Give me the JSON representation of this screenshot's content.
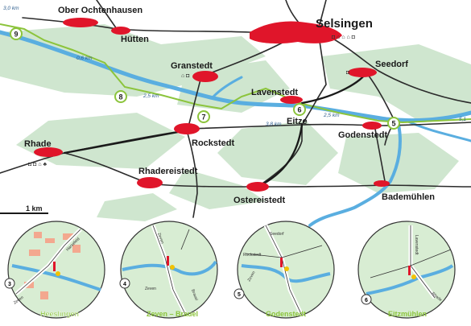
{
  "map": {
    "towns": {
      "ober_ochtenhausen": "Ober Ochtenhausen",
      "selsingen": "Selsingen",
      "hutten": "Hütten",
      "granstedt": "Granstedt",
      "seedorf": "Seedorf",
      "lavenstedt": "Lavenstedt",
      "eitze": "Eitze",
      "godenstedt": "Godenstedt",
      "rhade": "Rhade",
      "rockstedt": "Rockstedt",
      "rhadereistedt": "Rhadereistedt",
      "ostereistedt": "Ostereistedt",
      "bademuhlen": "Bademühlen"
    },
    "distances": {
      "d1": "3,0 km",
      "d2": "0,6 km",
      "d3": "2,5 km",
      "d4": "3,8 km",
      "d5": "2,5 km",
      "d6": "5,1"
    },
    "stations": [
      "9",
      "8",
      "7",
      "6",
      "5"
    ],
    "scale_label": "1 km",
    "colors": {
      "river": "#5aaee0",
      "town": "#e0152a",
      "woodland": "#cfe6cf",
      "route_green": "#8cc43c",
      "road": "#2b2b2b"
    }
  },
  "insets": [
    {
      "number": "3",
      "caption": "Heeslingen",
      "labels": [
        "Zeven",
        "Harsefeld"
      ]
    },
    {
      "number": "4",
      "caption": "Zeven – Brauel",
      "labels": [
        "Zeven",
        "Brauel",
        "Zeven"
      ]
    },
    {
      "number": "5",
      "caption": "Godenstedt",
      "labels": [
        "Seedorf",
        "Zeven",
        "Rockstedt"
      ]
    },
    {
      "number": "6",
      "caption": "Eitzmühlen",
      "labels": [
        "Lavenstedt",
        "Rhade"
      ]
    }
  ]
}
